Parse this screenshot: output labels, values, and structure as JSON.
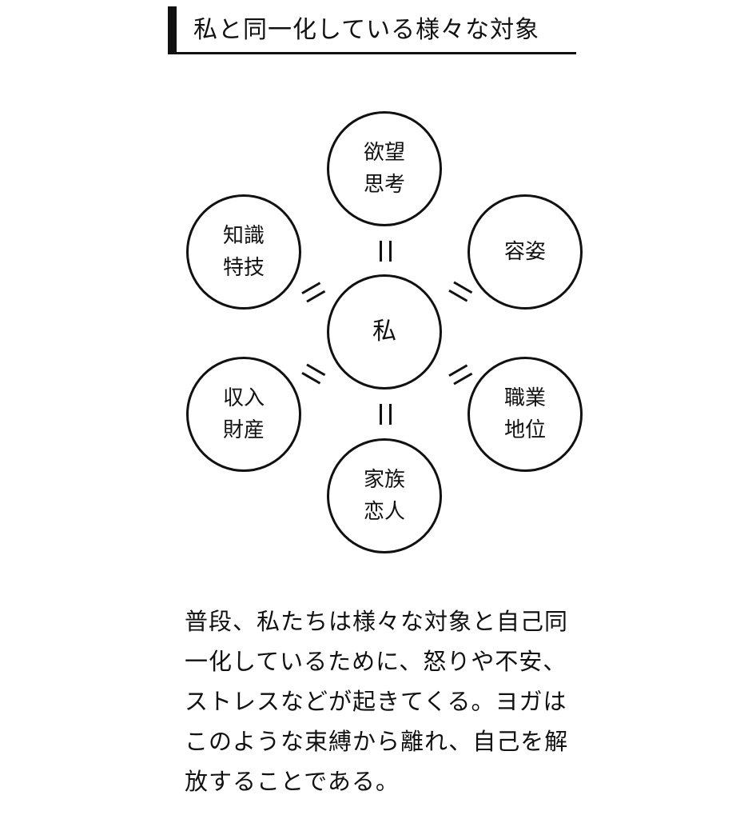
{
  "header": {
    "title": "私と同一化している様々な対象"
  },
  "diagram": {
    "center": {
      "lines": [
        "私"
      ]
    },
    "nodes": {
      "top": {
        "lines": [
          "欲望",
          "思考"
        ]
      },
      "upper_right": {
        "lines": [
          "容姿"
        ]
      },
      "lower_right": {
        "lines": [
          "職業",
          "地位"
        ]
      },
      "bottom": {
        "lines": [
          "家族",
          "恋人"
        ]
      },
      "lower_left": {
        "lines": [
          "収入",
          "財産"
        ]
      },
      "upper_left": {
        "lines": [
          "知識",
          "特技"
        ]
      }
    },
    "connector_symbol": "="
  },
  "body": {
    "lines": [
      "普段、私たちは様々な対象と自己同",
      "一化しているために、怒りや不安、",
      "ストレスなどが起きてくる。ヨガは",
      "このような束縛から離れ、自己を解",
      "放することである。"
    ]
  }
}
